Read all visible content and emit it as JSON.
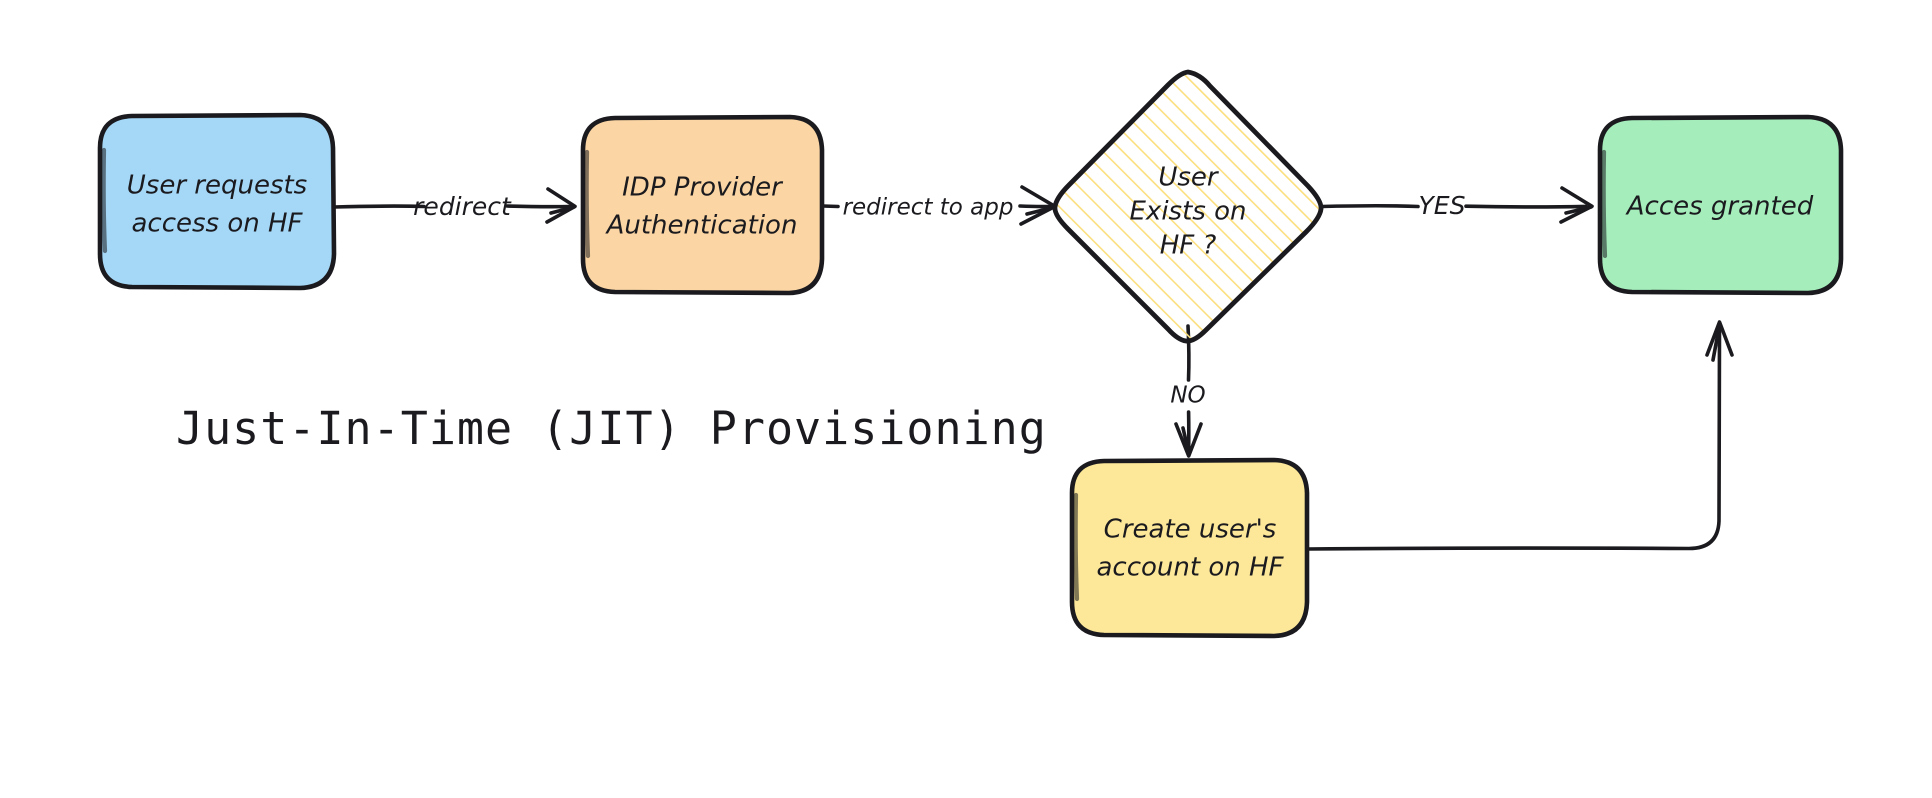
{
  "diagram": {
    "title": "Just-In-Time (JIT) Provisioning",
    "background": "#ffffff",
    "stroke_color": "#1b1b1f",
    "nodes": [
      {
        "id": "user-request",
        "shape": "rounded-rect",
        "label_line1": "User requests",
        "label_line2": "access on HF",
        "fill": "#a5d8f7"
      },
      {
        "id": "idp-auth",
        "shape": "rounded-rect",
        "label_line1": "IDP Provider",
        "label_line2": "Authentication",
        "fill": "#fbd6a4"
      },
      {
        "id": "user-exists",
        "shape": "diamond",
        "label_line1": "User",
        "label_line2": "Exists on",
        "label_line3": "HF ?",
        "fill": "#ffffff",
        "hatch_color": "#fbdf7e"
      },
      {
        "id": "access-granted",
        "shape": "rounded-rect",
        "label_line1": "Acces granted",
        "fill": "#a5eebc"
      },
      {
        "id": "create-account",
        "shape": "rounded-rect",
        "label_line1": "Create user's",
        "label_line2": "account on HF",
        "fill": "#fde89a"
      }
    ],
    "edges": [
      {
        "id": "edge-redirect",
        "from": "user-request",
        "to": "idp-auth",
        "label": "redirect"
      },
      {
        "id": "edge-redirect-to-app",
        "from": "idp-auth",
        "to": "user-exists",
        "label": "redirect to app"
      },
      {
        "id": "edge-yes",
        "from": "user-exists",
        "to": "access-granted",
        "label": "YES"
      },
      {
        "id": "edge-no",
        "from": "user-exists",
        "to": "create-account",
        "label": "NO"
      },
      {
        "id": "edge-return",
        "from": "create-account",
        "to": "access-granted",
        "label": ""
      }
    ]
  }
}
